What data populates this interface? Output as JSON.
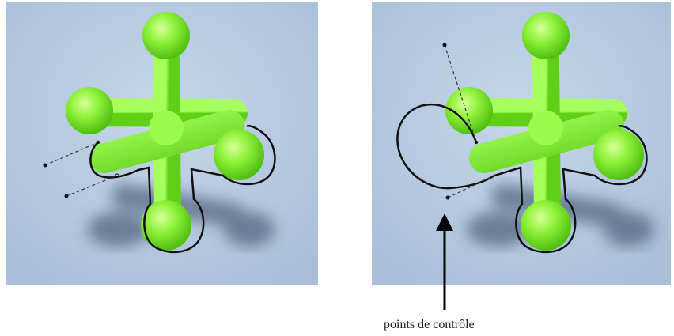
{
  "figure": {
    "caption": "points de contrôle",
    "panels": [
      {
        "name": "left-panel",
        "description": "jack with path edited"
      },
      {
        "name": "right-panel",
        "description": "jack with dragged control point"
      }
    ],
    "colors": {
      "background": "#b6c8df",
      "object": "#7cec2c",
      "path": "#111111",
      "arrow": "#000000"
    }
  }
}
